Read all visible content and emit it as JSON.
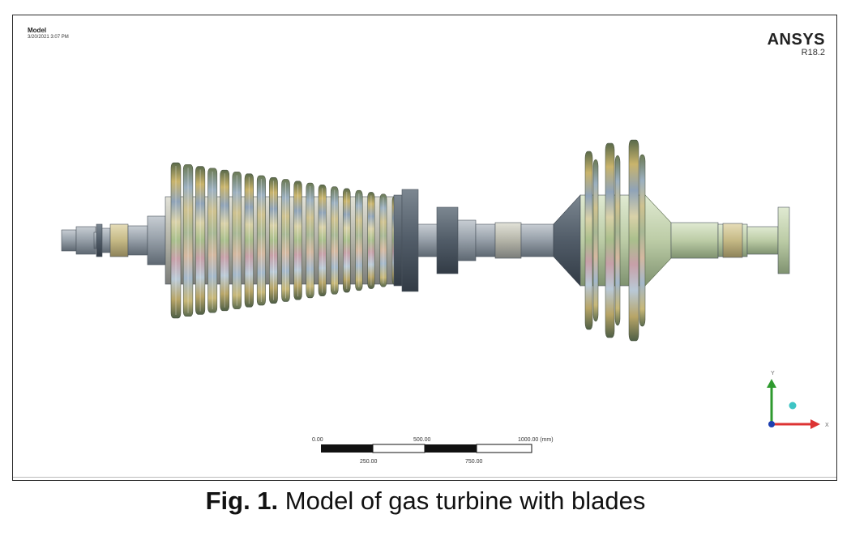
{
  "viewport": {
    "model_label": "Model",
    "timestamp": "3/20/2021 3:07 PM",
    "brand": "ANSYS",
    "version": "R18.2"
  },
  "scale_bar": {
    "top_labels": [
      "0.00",
      "500.00",
      "1000.00 (mm)"
    ],
    "bottom_labels": [
      "250.00",
      "750.00"
    ]
  },
  "triad": {
    "y_label": "Y",
    "x_label": "X"
  },
  "caption": {
    "label": "Fig. 1.",
    "text": " Model of gas turbine with blades"
  },
  "colors": {
    "shaft": "#8e96a0",
    "shaft_dark": "#4f5a66",
    "turbine_body": "#c8d6b4",
    "blade_mix": "#c9b98a"
  }
}
